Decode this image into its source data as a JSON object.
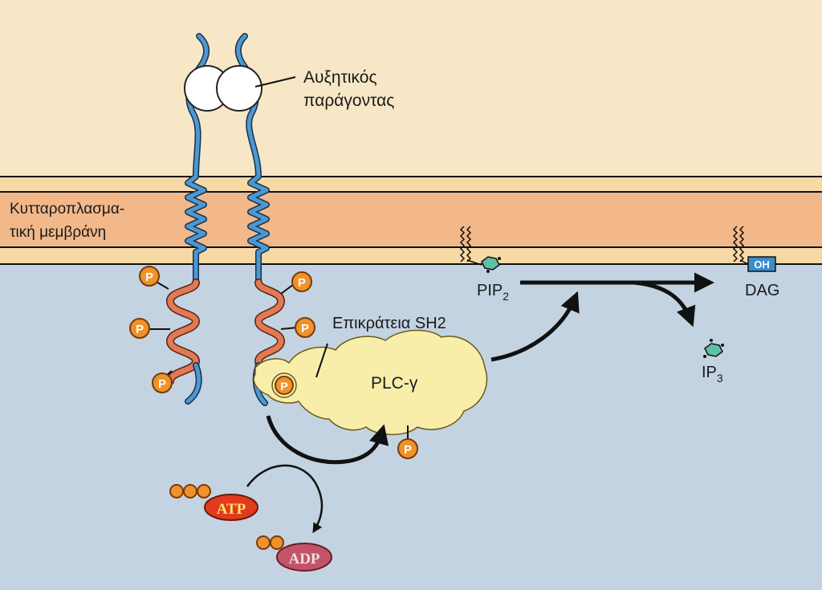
{
  "labels": {
    "growth_factor_line1": "Αυξητικός",
    "growth_factor_line2": "παράγοντας",
    "membrane_line1": "Κυτταροπλασμα-",
    "membrane_line2": "τική μεμβράνη",
    "sh2_domain": "Επικράτεια SH2",
    "plc": "PLC-γ",
    "pip2": "PIP",
    "pip2_sub": "2",
    "dag": "DAG",
    "oh": "OH",
    "ip3": "IP",
    "ip3_sub": "3",
    "atp": "ATP",
    "adp": "ADP",
    "phosphate": "P"
  },
  "colors": {
    "extracellular": "#f7e7c6",
    "membrane_outer": "#f6d9a4",
    "membrane_core": "#f2b88a",
    "cytoplasm": "#c3d3e2",
    "receptor": "#4f97cf",
    "kinase_domain": "#e07a55",
    "phosphate": "#f0922b",
    "plc": "#f8eeaa",
    "atp": "#e23a1e",
    "adp": "#c2546a",
    "pip_ring": "#5fbfa8",
    "oh_box": "#3a8ccc"
  }
}
